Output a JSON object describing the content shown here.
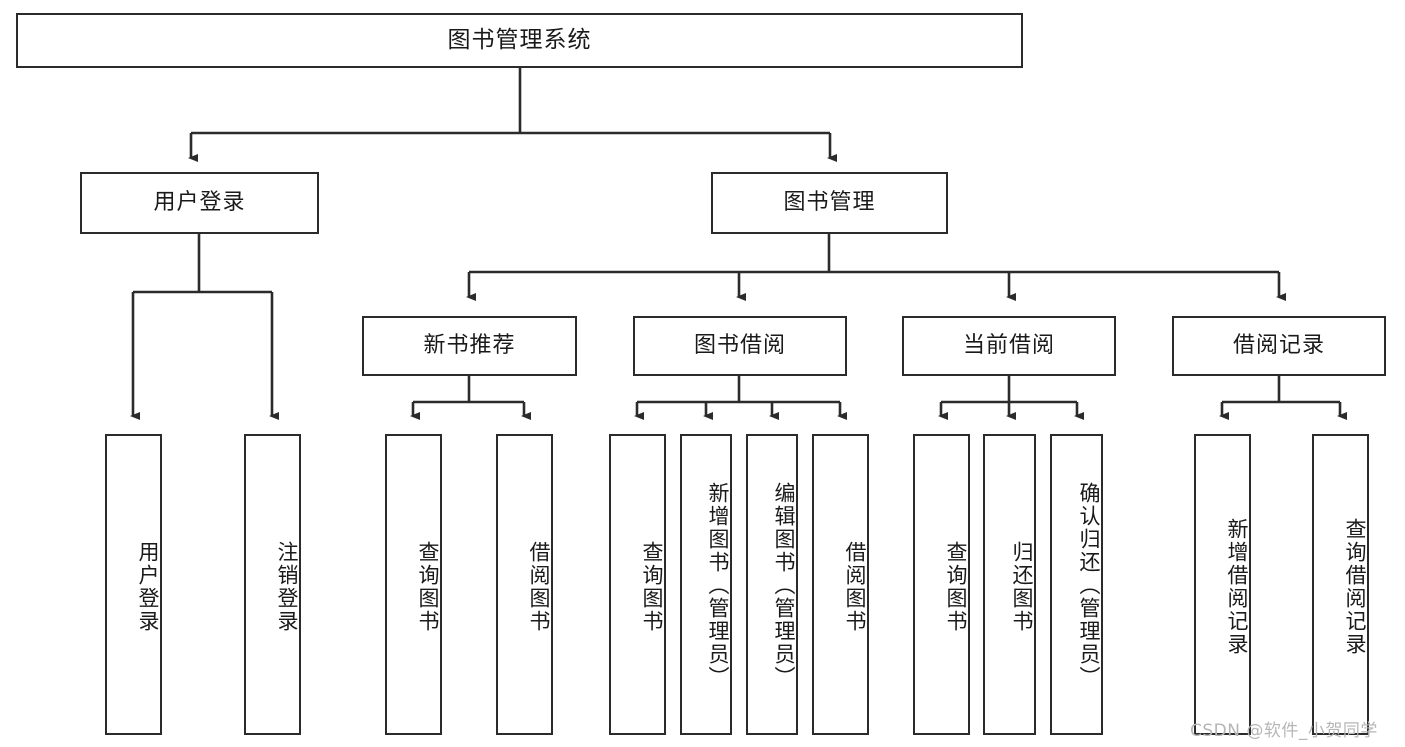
{
  "diagram": {
    "title": "图书管理系统",
    "type": "tree-hierarchy",
    "watermark": "CSDN @软件_小贺同学",
    "colors": {
      "stroke": "#2b2b2b",
      "fill": "#ffffff",
      "text": "#1a1a1a",
      "watermark": "#b6b6b6",
      "background": "#ffffff"
    },
    "root": {
      "label": "图书管理系统"
    },
    "level2": [
      {
        "id": "user-login",
        "label": "用户登录"
      },
      {
        "id": "book-manage",
        "label": "图书管理"
      }
    ],
    "level3": [
      {
        "id": "new-book-recommend",
        "label": "新书推荐",
        "parent": "book-manage"
      },
      {
        "id": "book-borrow",
        "label": "图书借阅",
        "parent": "book-manage"
      },
      {
        "id": "current-borrow",
        "label": "当前借阅",
        "parent": "book-manage"
      },
      {
        "id": "borrow-record",
        "label": "借阅记录",
        "parent": "book-manage"
      }
    ],
    "leaves": {
      "user_login": [
        {
          "id": "leaf-user-login",
          "label": "用户登录"
        },
        {
          "id": "leaf-user-logout",
          "label": "注销登录"
        }
      ],
      "new_book_recommend": [
        {
          "id": "leaf-query-book-1",
          "label": "查询图书"
        },
        {
          "id": "leaf-borrow-book-1",
          "label": "借阅图书"
        }
      ],
      "book_borrow": [
        {
          "id": "leaf-query-book-2",
          "label": "查询图书"
        },
        {
          "id": "leaf-add-book",
          "label": "新增图书（管理员）"
        },
        {
          "id": "leaf-edit-book",
          "label": "编辑图书（管理员）"
        },
        {
          "id": "leaf-borrow-book-2",
          "label": "借阅图书"
        }
      ],
      "current_borrow": [
        {
          "id": "leaf-query-book-3",
          "label": "查询图书"
        },
        {
          "id": "leaf-return-book",
          "label": "归还图书"
        },
        {
          "id": "leaf-confirm-return",
          "label": "确认归还（管理员）"
        }
      ],
      "borrow_record": [
        {
          "id": "leaf-add-record",
          "label": "新增借阅记录"
        },
        {
          "id": "leaf-query-record",
          "label": "查询借阅记录"
        }
      ]
    }
  }
}
